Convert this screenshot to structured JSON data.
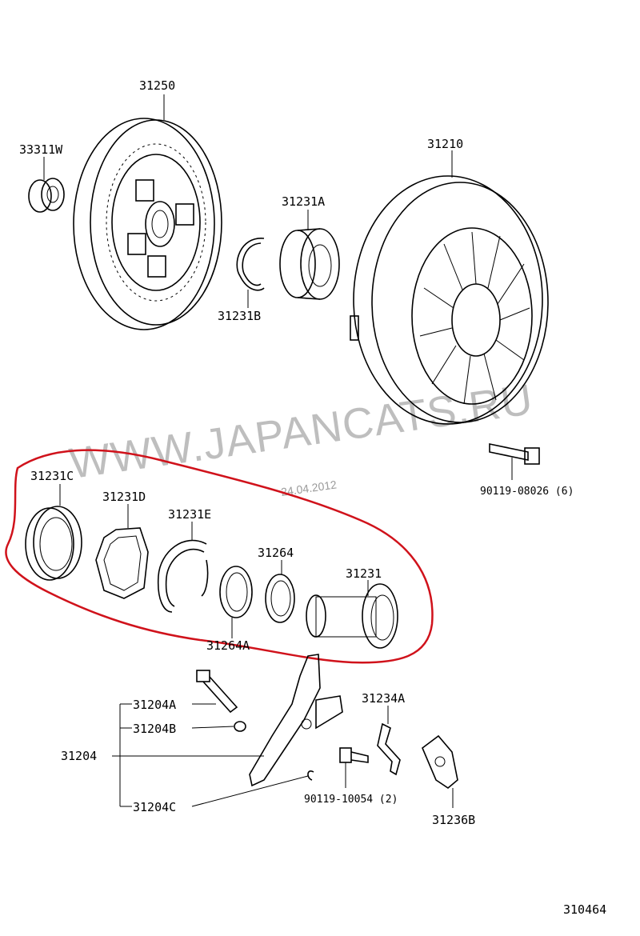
{
  "diagram_id": "310464",
  "watermark": "WWW.JAPANCATS.RU",
  "date_stamp": "24.04.2012",
  "colors": {
    "highlight": "#d0121b",
    "watermark": "#a9a9a9"
  },
  "parts": {
    "p33311W": "33311W",
    "p31250": "31250",
    "p31231A": "31231A",
    "p31231B": "31231B",
    "p31210": "31210",
    "p90119_08026": "90119-08026 (6)",
    "p31231C": "31231C",
    "p31231D": "31231D",
    "p31231E": "31231E",
    "p31264": "31264",
    "p31264A": "31264A",
    "p31231": "31231",
    "p31204A": "31204A",
    "p31204B": "31204B",
    "p31204": "31204",
    "p31204C": "31204C",
    "p31234A": "31234A",
    "p90119_10054": "90119-10054 (2)",
    "p31236B": "31236B"
  }
}
